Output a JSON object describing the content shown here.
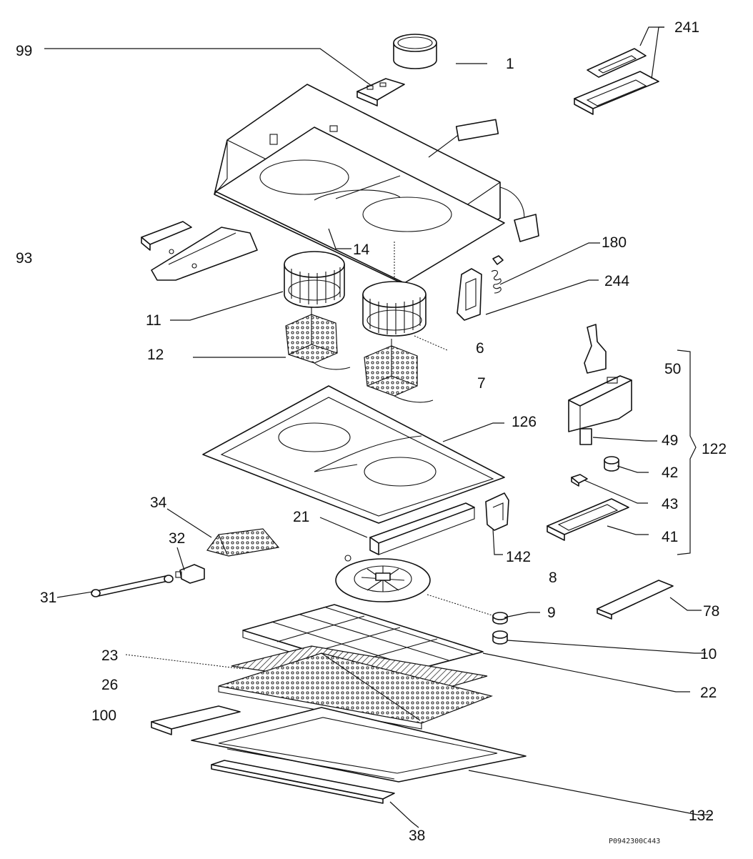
{
  "diagram": {
    "reference_code": "P0942300C443",
    "part_labels": [
      "99",
      "1",
      "241",
      "93",
      "14",
      "180",
      "244",
      "11",
      "6",
      "12",
      "7",
      "50",
      "126",
      "49",
      "122",
      "42",
      "43",
      "41",
      "34",
      "21",
      "32",
      "142",
      "8",
      "31",
      "9",
      "78",
      "10",
      "23",
      "22",
      "26",
      "100",
      "132",
      "38"
    ]
  }
}
